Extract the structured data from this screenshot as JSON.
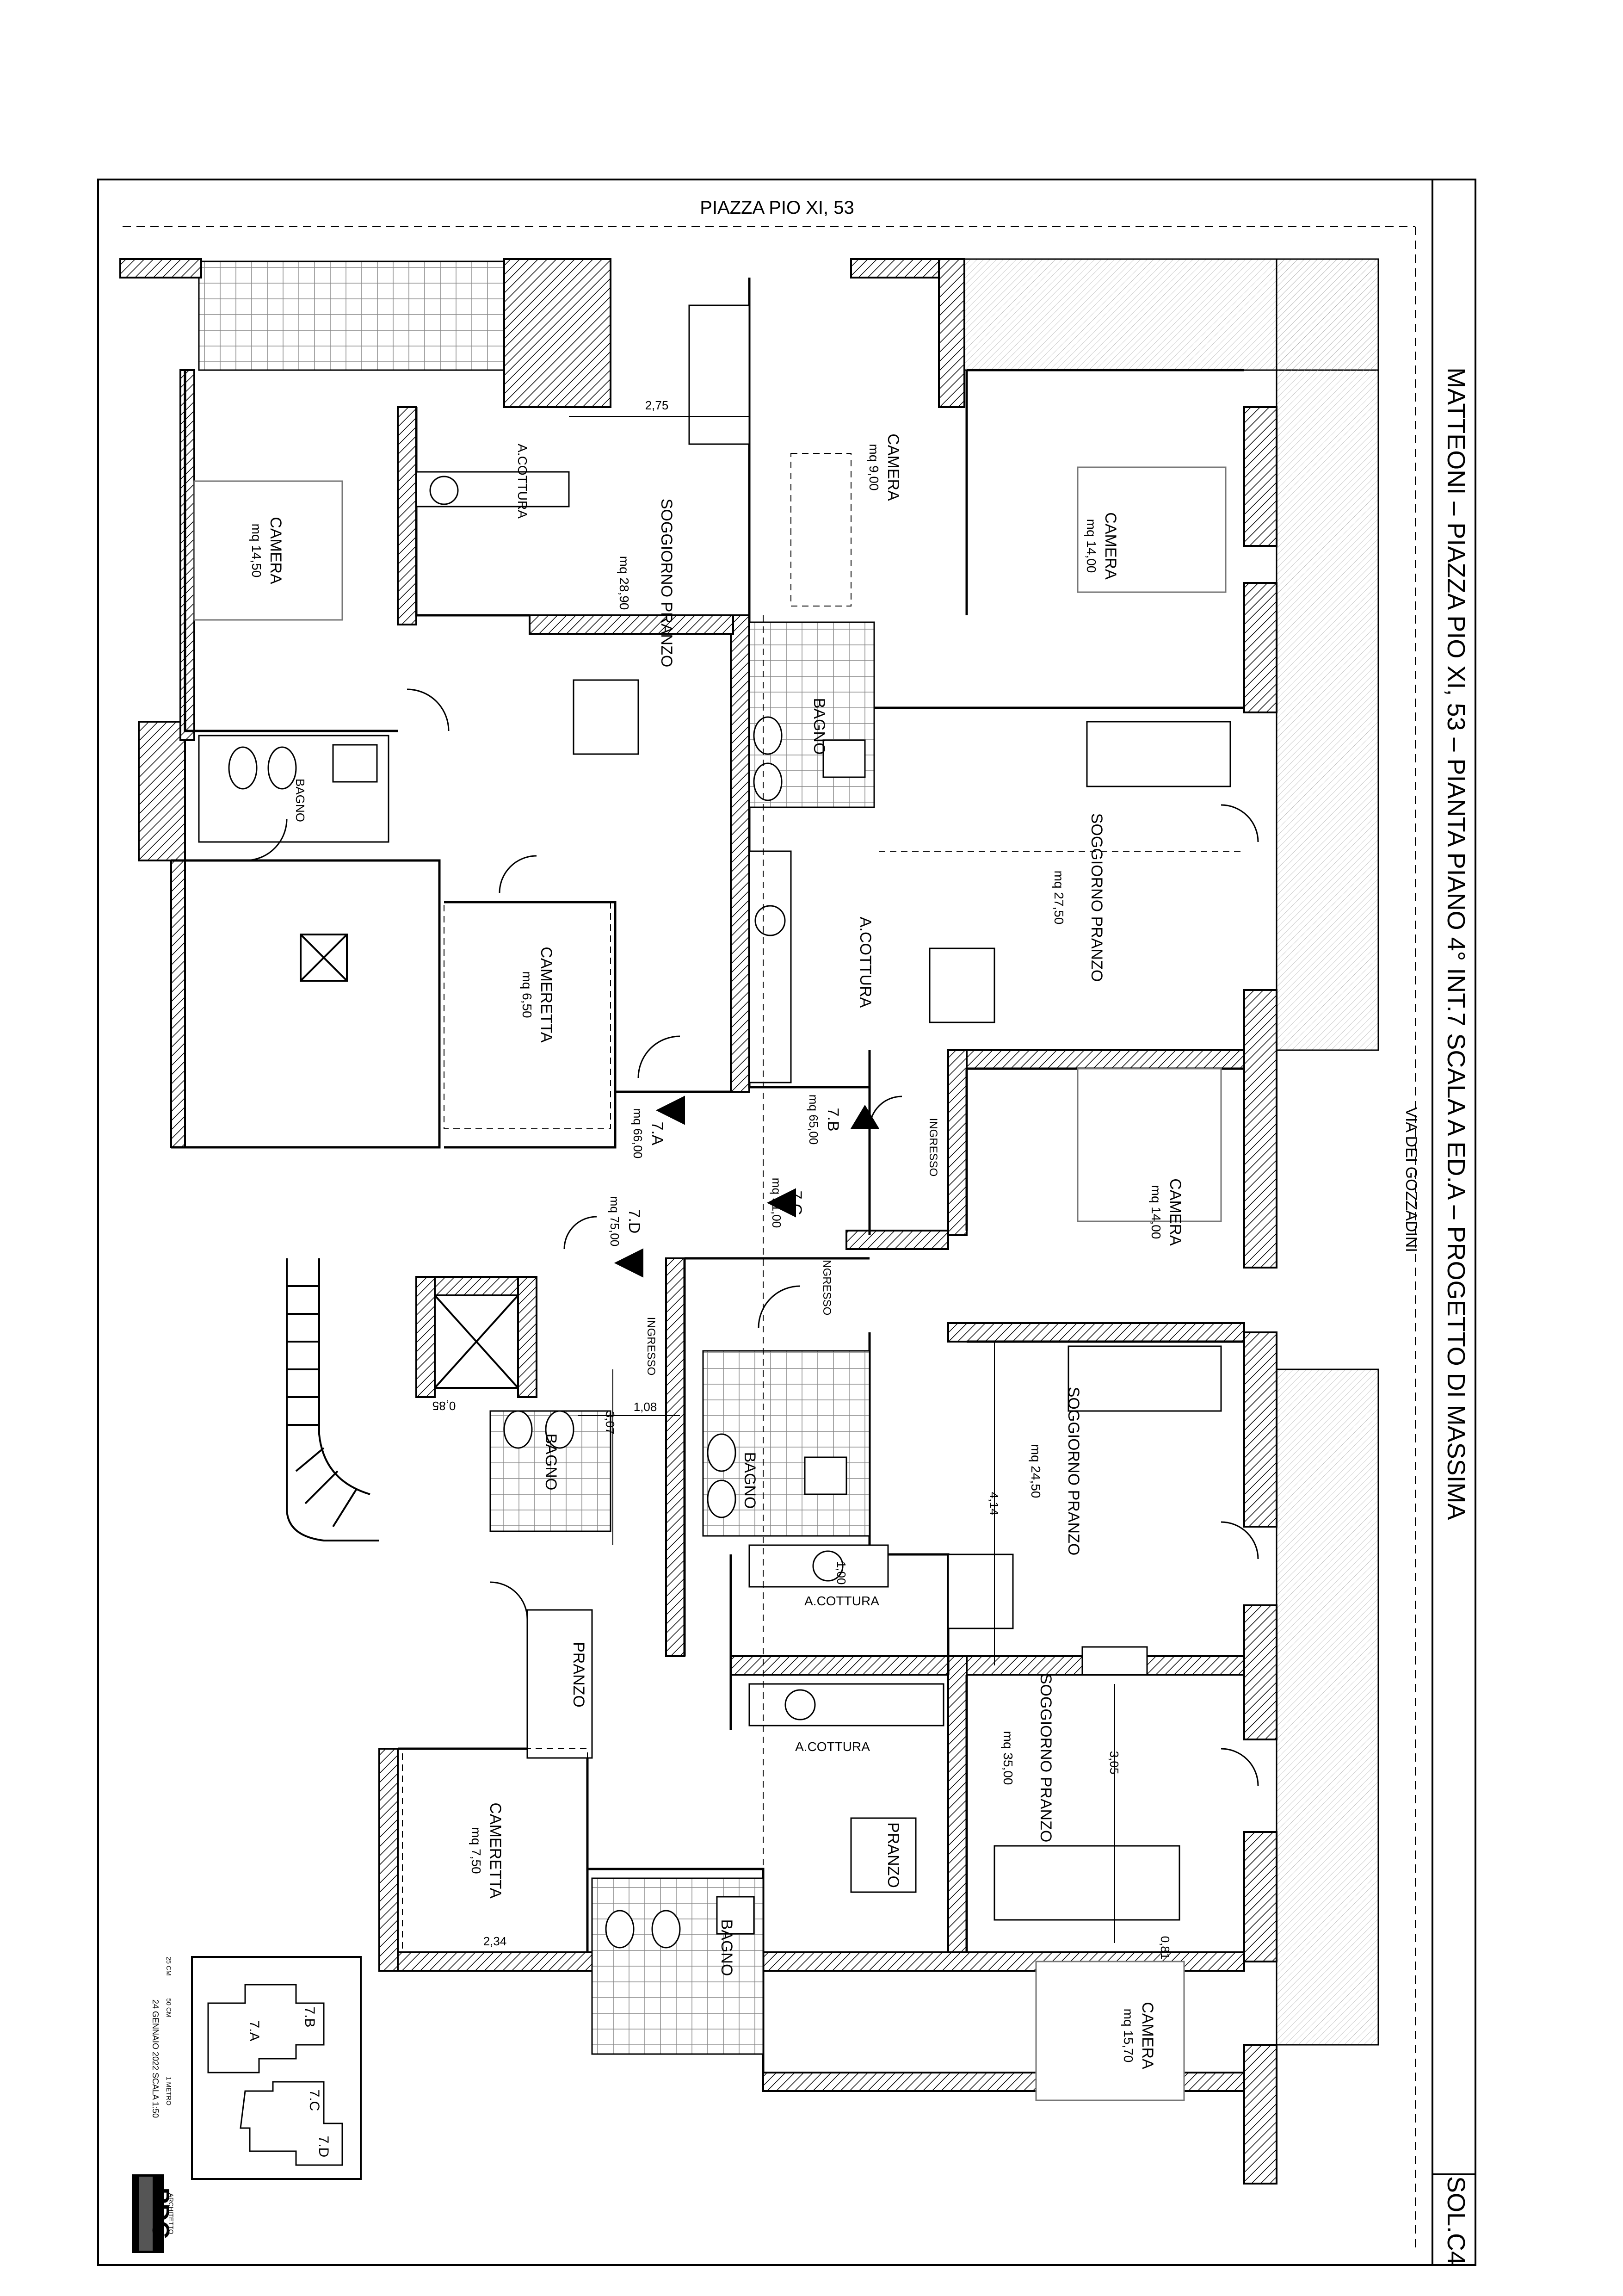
{
  "sheet": {
    "street_top": "PIAZZA PIO XI, 53",
    "street_right": "VIA DEI GOZZADINI",
    "title": "MATTEONI – PIAZZA PIO XI, 53 – PIANTA PIANO 4° INT.7 SCALA A ED.A – PROGETTO DI MASSIMA",
    "sheet_code": "SOL.C4",
    "date_scale": "24 GENNAIO 2022 SCALA 1:50",
    "scale_bar": [
      "25 CM",
      "50 CM",
      "1 METRO"
    ],
    "logo": {
      "letters": "PDG",
      "subtitle": "ARCHITETTO"
    }
  },
  "rooms": {
    "camera_nw": {
      "name": "CAMERA",
      "area": "mq 14,50"
    },
    "a_cottura_1": {
      "name": "A.COTTURA"
    },
    "soggiorno_1": {
      "name": "SOGGIORNO PRANZO",
      "area": "mq 28,90"
    },
    "camera_n": {
      "name": "CAMERA",
      "area": "mq 9,00"
    },
    "camera_ne": {
      "name": "CAMERA",
      "area": "mq 14,00"
    },
    "bagno_1": {
      "name": "BAGNO"
    },
    "bagno_2": {
      "name": "BAGNO"
    },
    "soggiorno_2": {
      "name": "SOGGIORNO PRANZO",
      "area": "mq 27,50"
    },
    "a_cottura_2": {
      "name": "A.COTTURA"
    },
    "cameretta_1": {
      "name": "CAMERETTA",
      "area": "mq 6,50"
    },
    "camera_e": {
      "name": "CAMERA",
      "area": "mq 14,00"
    },
    "soggiorno_3": {
      "name": "SOGGIORNO PRANZO",
      "area": "mq 24,50"
    },
    "bagno_3": {
      "name": "BAGNO"
    },
    "bagno_4": {
      "name": "BAGNO"
    },
    "a_cottura_3": {
      "name": "A.COTTURA"
    },
    "a_cottura_4": {
      "name": "A.COTTURA"
    },
    "pranzo_1": {
      "name": "PRANZO"
    },
    "soggiorno_4": {
      "name": "SOGGIORNO PRANZO",
      "area": "mq 35,00"
    },
    "pranzo_2": {
      "name": "PRANZO"
    },
    "cameretta_2": {
      "name": "CAMERETTA",
      "area": "mq 7,50"
    },
    "bagno_5": {
      "name": "BAGNO"
    },
    "camera_se": {
      "name": "CAMERA",
      "area": "mq 15,70"
    }
  },
  "units": {
    "u7a": {
      "id": "7.A",
      "area": "mq 66,00"
    },
    "u7b": {
      "id": "7.B",
      "area": "mq 65,00"
    },
    "u7c": {
      "id": "7.C",
      "area": "mq 51,00"
    },
    "u7d": {
      "id": "7.D",
      "area": "mq 75,00"
    }
  },
  "labels": {
    "ingresso_1": "INGRESSO",
    "ingresso_2": "INGRESSO",
    "ingresso_3": "INGRESSO"
  },
  "dimensions": {
    "d1": "2,75",
    "d2": "1,08",
    "d3": "3,07",
    "d4": "0,85",
    "d5": "4,14",
    "d6": "1,00",
    "d7": "3,05",
    "d8": "0,81",
    "d9": "2,34"
  },
  "key_plan": [
    "7.A",
    "7.B",
    "7.C",
    "7.D"
  ]
}
